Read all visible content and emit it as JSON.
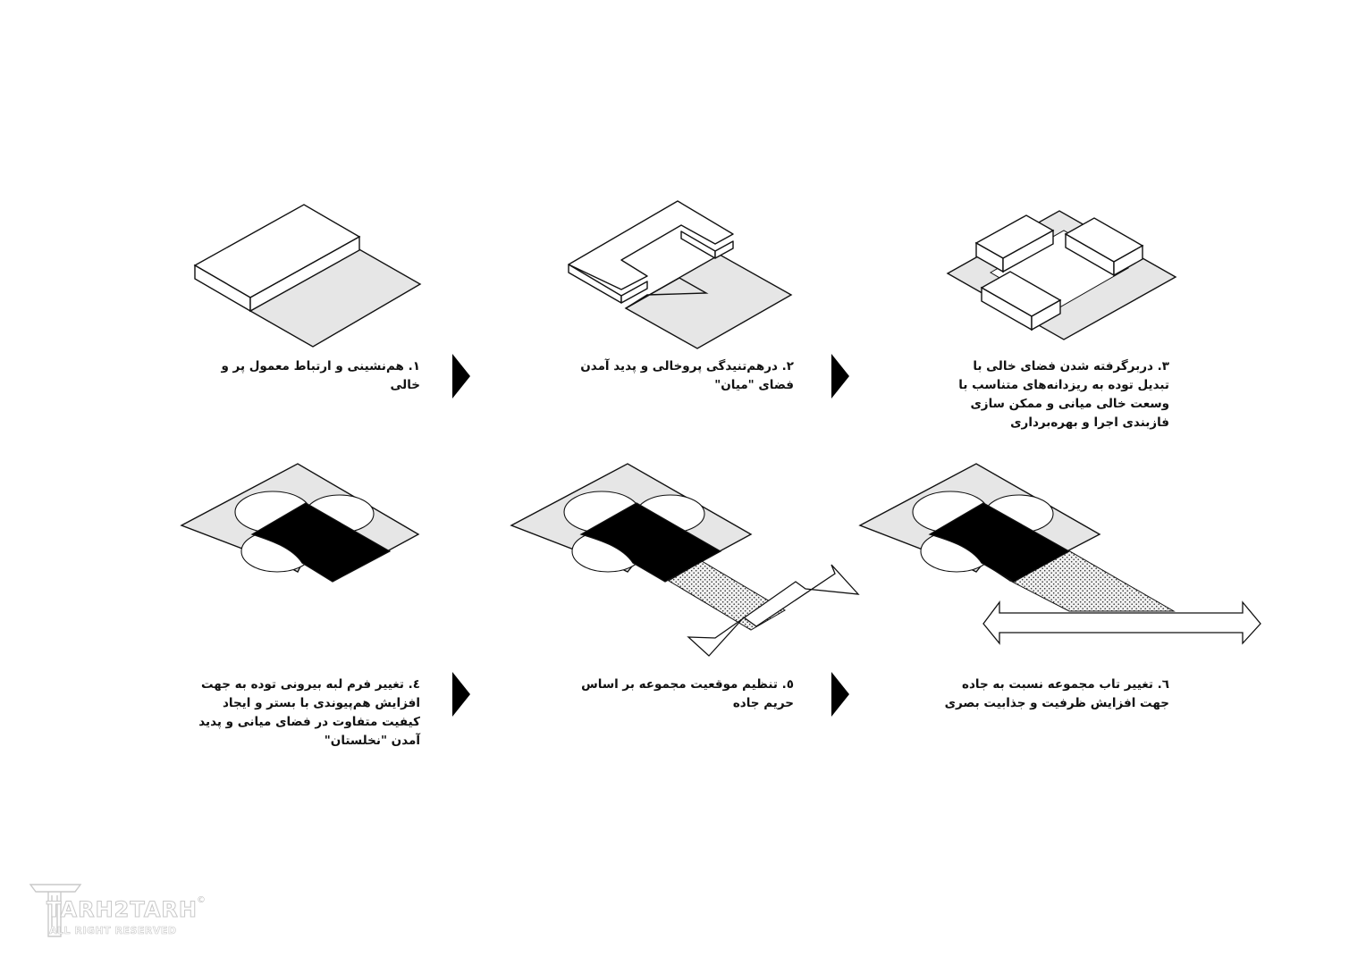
{
  "diagram": {
    "steps": [
      {
        "caption": "١. هم‌نشینی و ارتباط معمول پر و خالی"
      },
      {
        "caption": "٢. درهم‌تنیدگی پروخالی و پدید آمدن\nفضای \"میان\""
      },
      {
        "caption": "٣. دربرگرفته شدن فضای خالی با\nتبدیل توده به ریزدانه‌های متناسب با\nوسعت خالی میانی و ممکن سازی\nفازبندی اجرا و بهره‌برداری"
      },
      {
        "caption": "٤. تغییر فرم لبه بیرونی توده به جهت\nافزایش هم‌پیوندی با بستر و ایجاد\nکیفیت متفاوت در فضای میانی و پدید\nآمدن \"نخلستان\""
      },
      {
        "caption": "٥. تنظیم موقعیت مجموعه بر اساس\nحریم جاده"
      },
      {
        "caption": "٦. تغییر تاب مجموعه نسبت به جاده\nجهت افزایش ظرفیت و جذابیت بصری"
      }
    ]
  },
  "watermark": {
    "brand": "TARH2TARH",
    "tagline": "ALL RIGHT RESERVED",
    "copyright": "©"
  },
  "colors": {
    "ground": "#e6e6e6",
    "mass": "#ffffff",
    "solid": "#000000",
    "stroke": "#111111"
  }
}
